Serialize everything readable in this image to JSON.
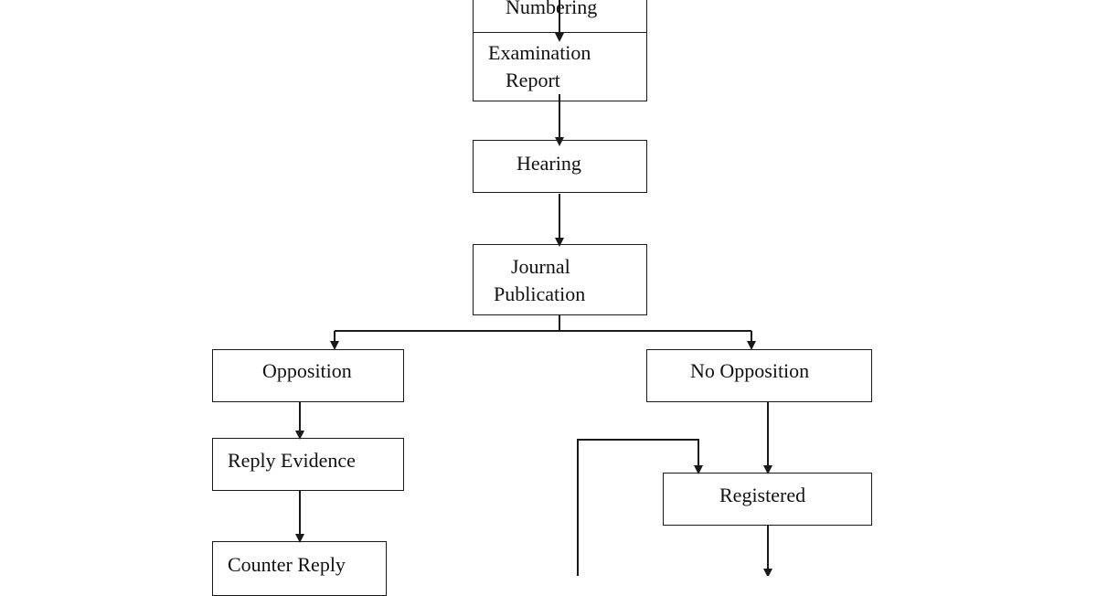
{
  "diagram": {
    "nodes": {
      "numbering": "Numbering",
      "examination_report_line1": "Examination",
      "examination_report_line2": "Report",
      "hearing": "Hearing",
      "journal_publication_line1": "Journal",
      "journal_publication_line2": "Publication",
      "opposition": "Opposition",
      "no_opposition": "No Opposition",
      "reply_evidence": "Reply Evidence",
      "registered": "Registered",
      "counter_reply": "Counter Reply"
    },
    "colors": {
      "line": "#1a1a1a",
      "text": "#111111",
      "background": "#ffffff"
    }
  }
}
